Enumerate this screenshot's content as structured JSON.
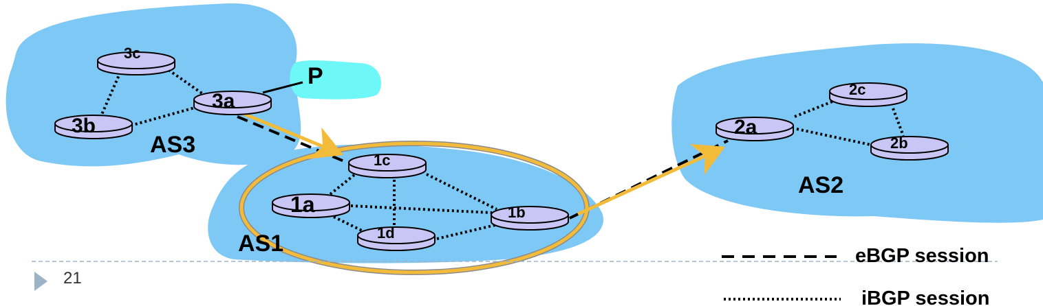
{
  "autonomous_systems": {
    "as1": "AS1",
    "as2": "AS2",
    "as3": "AS3"
  },
  "prefix": "P",
  "routers": {
    "r3a": "3a",
    "r3b": "3b",
    "r3c": "3c",
    "r1a": "1a",
    "r1b": "1b",
    "r1c": "1c",
    "r1d": "1d",
    "r2a": "2a",
    "r2b": "2b",
    "r2c": "2c"
  },
  "legend": {
    "ebgp": "eBGP session",
    "ibgp": "iBGP session"
  },
  "slide_number": "21",
  "colors": {
    "as_cloud": "#7ec8f5",
    "prefix_cloud": "#6ef7f7",
    "router_fill": "#c9c6f5",
    "highlight": "#f3bb3a"
  }
}
